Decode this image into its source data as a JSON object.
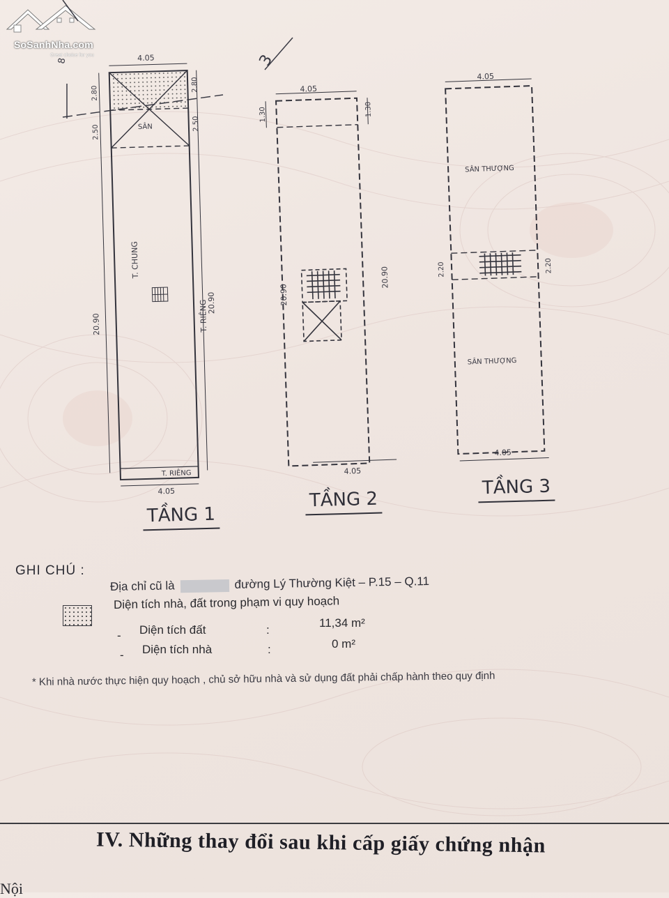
{
  "watermark": {
    "brand": "SoSanhNha.com",
    "tagline": "Great choice for you"
  },
  "floors": [
    {
      "title": "TẦNG 1",
      "width_top": "4.05",
      "width_bottom": "4.05",
      "depth_left": "20.90",
      "depth_right": "20.90",
      "segment_top_left": "2.80",
      "segment_top_right": "2.80",
      "segment_mid_left": "2.50",
      "segment_mid_right": "2.50",
      "label_yard": "SÂN",
      "label_common_wall": "T. CHUNG",
      "label_private_wall": "T. RIÊNG",
      "label_private_wall_bottom": "T. RIÊNG"
    },
    {
      "title": "TẦNG 2",
      "width_top": "4.05",
      "width_bottom": "4.05",
      "depth_left": "20.90",
      "depth_right": "20.90",
      "segment_top_left": "1.30",
      "segment_top_right": "1.30"
    },
    {
      "title": "TẦNG 3",
      "width_top": "4.05",
      "width_bottom": "4.05",
      "segment_left": "2.20",
      "segment_right": "2.20",
      "label_terrace_top": "SÂN THƯỢNG",
      "label_terrace_bottom": "SÂN THƯỢNG"
    }
  ],
  "boundary_marks": [
    "8",
    "3"
  ],
  "notes": {
    "heading": "GHI CHÚ :",
    "address_prefix": "Địa chỉ cũ là",
    "address_suffix": "đường Lý Thường Kiệt – P.15 – Q.11",
    "legend_text": "Diện tích nhà, đất trong phạm vi quy hoạch",
    "land_area_label": "Diện tích đất",
    "land_area_value": "11,34 m²",
    "house_area_label": "Diện tích nhà",
    "house_area_value": "0 m²",
    "dash": "-",
    "colon": ":",
    "footnote": "* Khi nhà nước thực hiện quy hoạch , chủ sở hữu nhà và sử dụng đất phải chấp hành theo quy định"
  },
  "section": {
    "heading": "IV. Những thay đổi sau khi cấp giấy chứng nhận",
    "cut_text": "Nội"
  }
}
